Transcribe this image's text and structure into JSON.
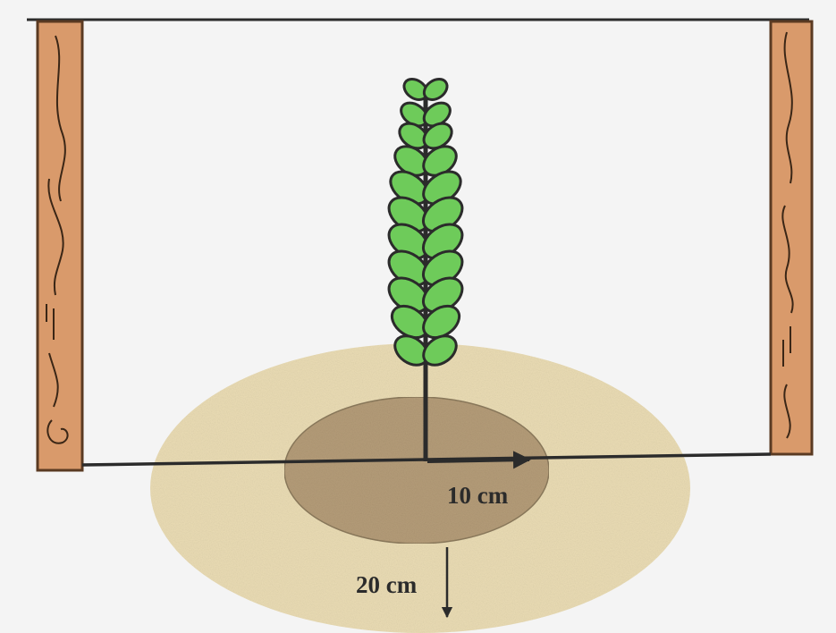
{
  "labels": {
    "radius": "10 cm",
    "depth": "20 cm"
  },
  "colors": {
    "background": "#f4f4f4",
    "post_wood": "#d99a6b",
    "post_outline": "#5a3a22",
    "outer_soil": "#eadcb4",
    "inner_soil": "#b49c78",
    "leaf": "#6ecb5a",
    "line": "#2b2b2b"
  },
  "icons": {
    "left_post": "wooden-post",
    "right_post": "wooden-post",
    "plant": "seedling"
  }
}
